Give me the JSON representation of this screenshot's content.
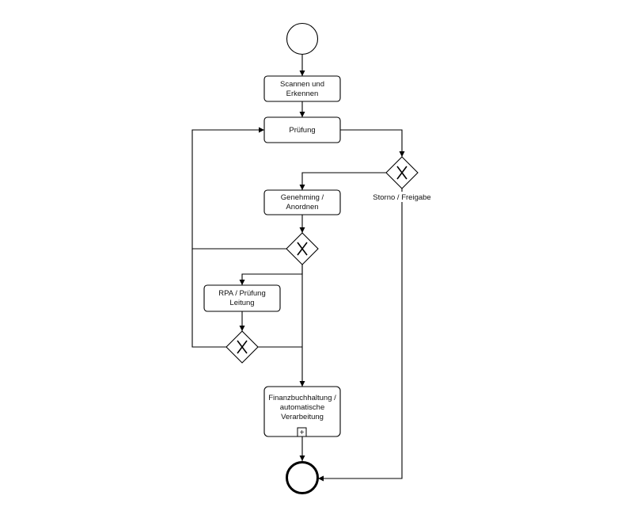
{
  "diagram": {
    "tasks": {
      "scan": {
        "line1": "Scannen und",
        "line2": "Erkennen"
      },
      "check": {
        "line1": "Prüfung"
      },
      "approve": {
        "line1": "Genehming /",
        "line2": "Anordnen"
      },
      "rpa": {
        "line1": "RPA / Prüfung",
        "line2": "Leitung"
      },
      "finance": {
        "line1": "Finanzbuchhaltung /",
        "line2": "automatische",
        "line3": "Verarbeitung",
        "marker": "+"
      }
    },
    "gateway_label": "Storno / Freigabe",
    "icons": [
      "start-event-icon",
      "end-event-icon",
      "exclusive-gateway-icon",
      "subprocess-marker-icon"
    ]
  }
}
